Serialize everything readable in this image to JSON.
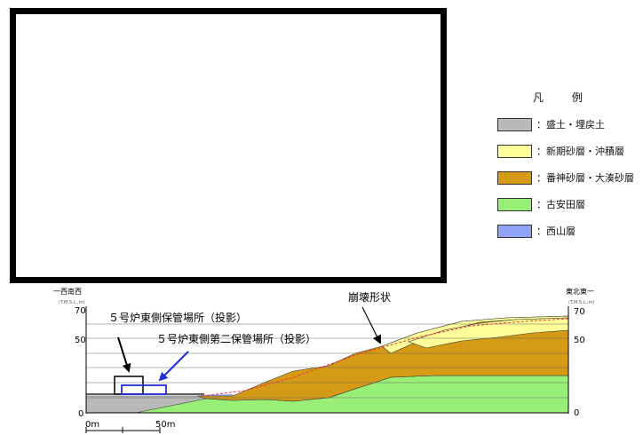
{
  "legend": {
    "title": "凡 例",
    "items": [
      {
        "label": "：盛土・埋戻土",
        "color": "#b9b9b9"
      },
      {
        "label": "：新期砂層・沖積層",
        "color": "#ffff99"
      },
      {
        "label": "：番神砂層・大湊砂層",
        "color": "#d59b16"
      },
      {
        "label": "：古安田層",
        "color": "#99ee77"
      },
      {
        "label": "：西山層",
        "color": "#8fa4f6"
      }
    ]
  },
  "section": {
    "left_direction": "一西南西",
    "right_direction": "東北東一",
    "left_elev_caption": "(T.M.S.L.,m)",
    "right_elev_caption": "(T.M.S.L.,m)",
    "left_ticks": [
      "70",
      "50",
      "0"
    ],
    "right_ticks": [
      "70",
      "50",
      "0"
    ],
    "label_storage1": "５号炉東側保管場所（投影）",
    "label_storage2": "５号炉東側第二保管場所（投影）",
    "label_collapse": "崩壊形状",
    "scale_0": "0m",
    "scale_50": "50m"
  }
}
